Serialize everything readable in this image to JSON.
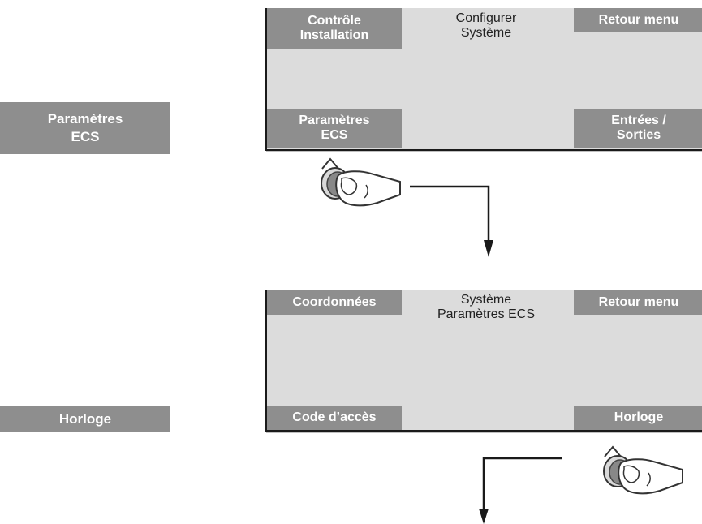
{
  "step1": {
    "side_label": [
      "Paramètres",
      "ECS"
    ],
    "screen": {
      "title": [
        "Configurer",
        "Système"
      ],
      "softkeys": {
        "top_left": [
          "Contrôle",
          "Installation"
        ],
        "top_right": [
          "Retour menu"
        ],
        "bottom_left": [
          "Paramètres",
          "ECS"
        ],
        "bottom_right": [
          "Entrées /",
          "Sorties"
        ]
      }
    }
  },
  "step2": {
    "side_label": [
      "Horloge"
    ],
    "screen": {
      "title": [
        "Système",
        "Paramètres ECS"
      ],
      "softkeys": {
        "top_left": [
          "Coordonnées"
        ],
        "top_right": [
          "Retour menu"
        ],
        "bottom_left": [
          "Code d’accès"
        ],
        "bottom_right": [
          "Horloge"
        ]
      }
    }
  },
  "icons": {
    "press_finger": "finger-press-icon",
    "flow_arrow": "arrow-down-icon"
  },
  "colors": {
    "softkey_bg": "#8e8e8e",
    "screen_bg": "#dcdcdc",
    "text_light": "#ffffff",
    "text_dark": "#222222"
  }
}
